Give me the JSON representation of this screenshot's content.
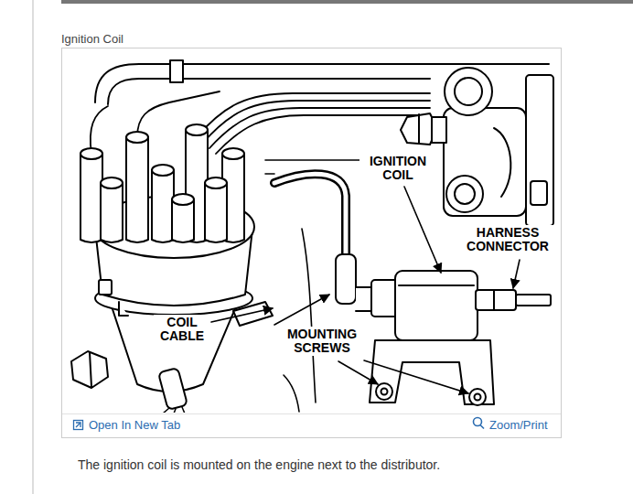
{
  "diagram": {
    "title": "Ignition Coil",
    "caption": "The ignition coil is mounted on the engine next to the distributor.",
    "labels": [
      "IGNITION COIL",
      "HARNESS CONNECTOR",
      "COIL CABLE",
      "MOUNTING SCREWS",
      "Open In New Tab",
      "Zoom/Print"
    ]
  }
}
